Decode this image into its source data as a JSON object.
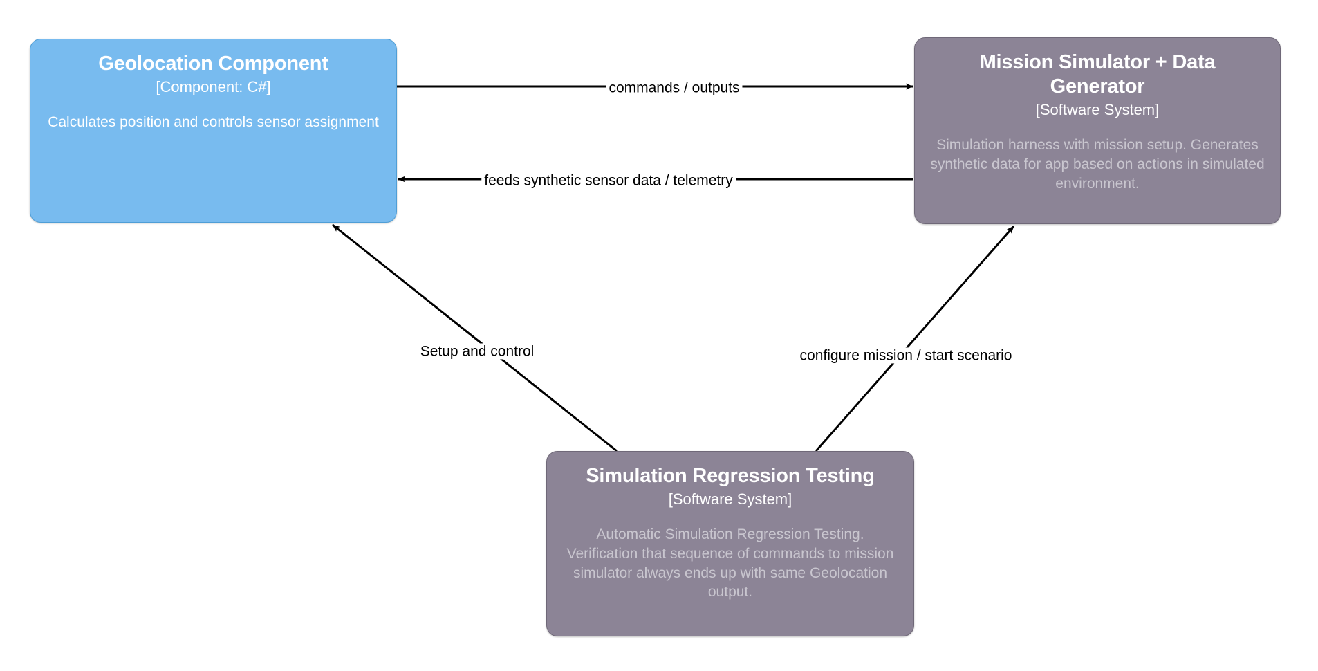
{
  "diagram": {
    "type": "c4-component-context",
    "background": "#ffffff",
    "palette": {
      "component_fill": "#78bbef",
      "component_border": "#4f9ed6",
      "system_fill": "#8c8496",
      "system_border": "#6f6878",
      "title_text": "#ffffff",
      "description_text": "#c9c6cf",
      "edge_stroke": "#000000",
      "edge_label_text": "#000000"
    },
    "nodes": [
      {
        "id": "geolocation",
        "title": "Geolocation Component",
        "tech": "[Component: C#]",
        "description": "Calculates position and controls sensor assignment",
        "style": "blue"
      },
      {
        "id": "mission-simulator",
        "title": "Mission Simulator + Data Generator",
        "tech": "[Software System]",
        "description": "Simulation harness with mission setup. Generates synthetic data for app based on actions in simulated environment.",
        "style": "purple"
      },
      {
        "id": "simulation-regression-testing",
        "title": "Simulation Regression Testing",
        "tech": "[Software System]",
        "description": "Automatic Simulation Regression Testing. Verification that sequence of commands to mission simulator always ends up with same Geolocation output.",
        "style": "purple"
      }
    ],
    "edges": [
      {
        "id": "commands-outputs",
        "label": "commands / outputs",
        "from": "geolocation",
        "to": "mission-simulator"
      },
      {
        "id": "feeds-telemetry",
        "label": "feeds synthetic sensor data / telemetry",
        "from": "mission-simulator",
        "to": "geolocation"
      },
      {
        "id": "setup-and-control",
        "label": "Setup and control",
        "from": "simulation-regression-testing",
        "to": "geolocation"
      },
      {
        "id": "configure-mission",
        "label": "configure mission / start scenario",
        "from": "simulation-regression-testing",
        "to": "mission-simulator"
      }
    ]
  }
}
